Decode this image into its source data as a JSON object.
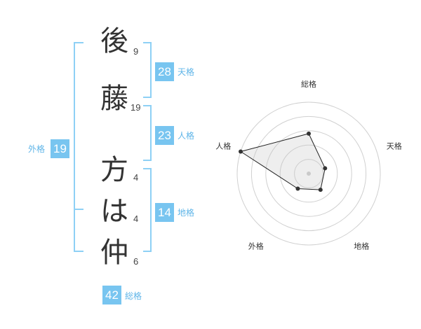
{
  "name_chars": [
    {
      "char": "後",
      "strokes": "9"
    },
    {
      "char": "藤",
      "strokes": "19"
    },
    {
      "char": "方",
      "strokes": "4"
    },
    {
      "char": "は",
      "strokes": "4"
    },
    {
      "char": "仲",
      "strokes": "6"
    }
  ],
  "kaku": {
    "tenkaku": {
      "value": "28",
      "label": "天格"
    },
    "jinkaku": {
      "value": "23",
      "label": "人格"
    },
    "chikaku": {
      "value": "14",
      "label": "地格"
    },
    "gaikaku": {
      "value": "19",
      "label": "外格"
    },
    "soukaku": {
      "value": "42",
      "label": "総格"
    }
  },
  "colors": {
    "bracket": "#8ed0f5",
    "badge": "#78c5f0",
    "label": "#5fb5e8"
  },
  "chart_data": {
    "type": "radar",
    "axes": [
      "総格",
      "天格",
      "地格",
      "外格",
      "人格"
    ],
    "values": [
      2.8,
      1.2,
      1.4,
      1.3,
      5.0
    ],
    "max": 5,
    "rings": 5
  }
}
